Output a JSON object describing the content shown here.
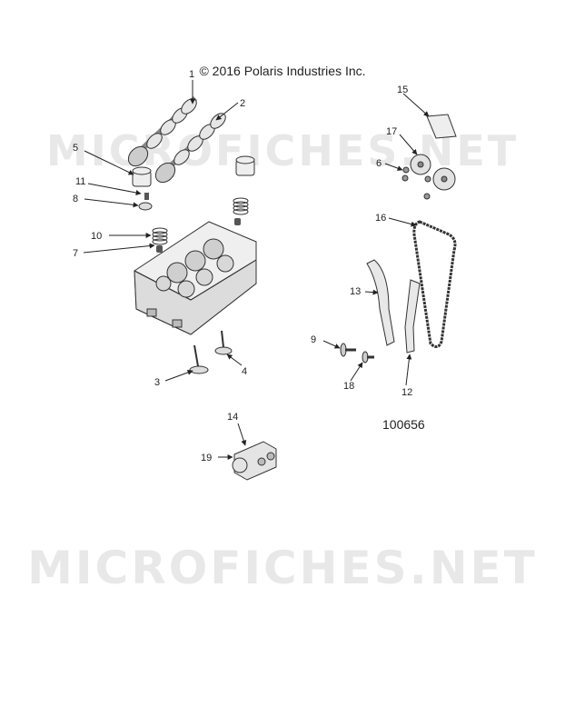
{
  "header": {
    "copyright": "© 2016 Polaris Industries Inc."
  },
  "diagram": {
    "doc_number": "100656"
  },
  "watermark": {
    "text": "MICROFICHES.NET"
  },
  "callouts": {
    "c1": "1",
    "c2": "2",
    "c3": "3",
    "c4": "4",
    "c5": "5",
    "c6": "6",
    "c7": "7",
    "c8": "8",
    "c9": "9",
    "c10": "10",
    "c11": "11",
    "c12": "12",
    "c13": "13",
    "c14": "14",
    "c15": "15",
    "c16": "16",
    "c17": "17",
    "c18": "18",
    "c19": "19"
  }
}
